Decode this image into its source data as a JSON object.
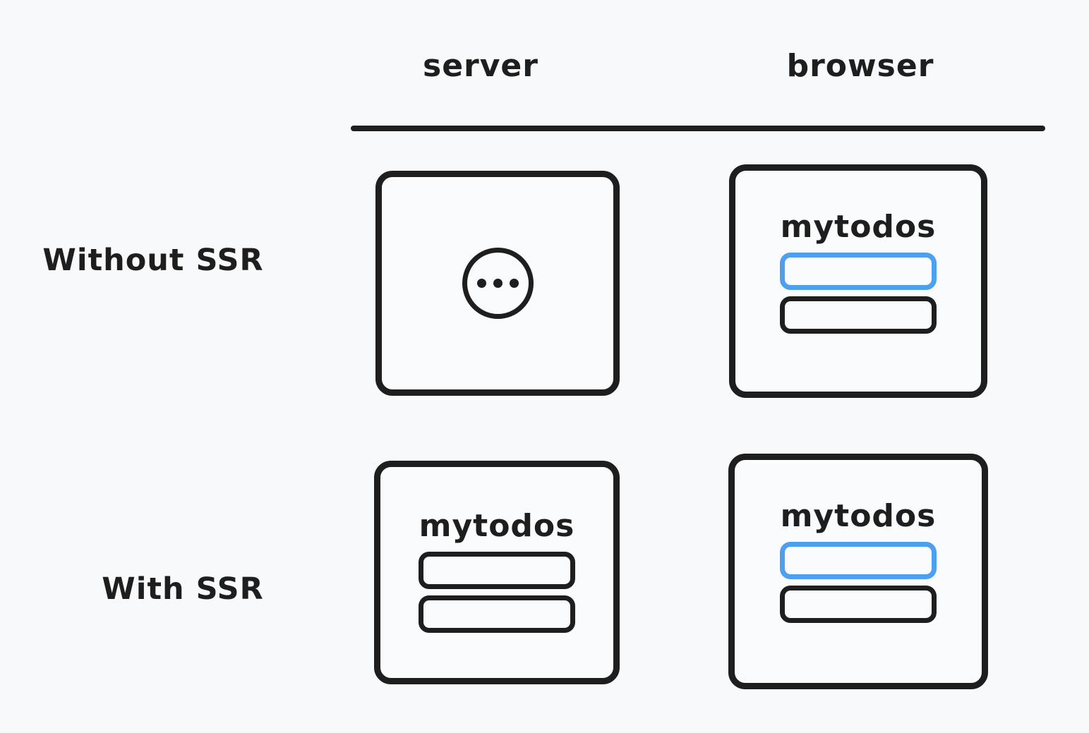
{
  "colors": {
    "background": "#f8f9fa",
    "ink": "#1e1e1e",
    "accent_blue": "#4d9ff0"
  },
  "table": {
    "columns": [
      {
        "label": "server"
      },
      {
        "label": "browser"
      }
    ],
    "rows": [
      {
        "label": "Without SSR",
        "cells": [
          {
            "name": "server-without-ssr",
            "content": "loading",
            "icon": "loading-ellipsis-icon"
          },
          {
            "name": "browser-without-ssr",
            "content": "app",
            "app_title": "mytodos",
            "todo_items": [
              {
                "color": "blue"
              },
              {
                "color": "black"
              }
            ]
          }
        ]
      },
      {
        "label": "With SSR",
        "cells": [
          {
            "name": "server-with-ssr",
            "content": "app",
            "app_title": "mytodos",
            "todo_items": [
              {
                "color": "black"
              },
              {
                "color": "black"
              }
            ]
          },
          {
            "name": "browser-with-ssr",
            "content": "app",
            "app_title": "mytodos",
            "todo_items": [
              {
                "color": "blue"
              },
              {
                "color": "black"
              }
            ]
          }
        ]
      }
    ]
  }
}
